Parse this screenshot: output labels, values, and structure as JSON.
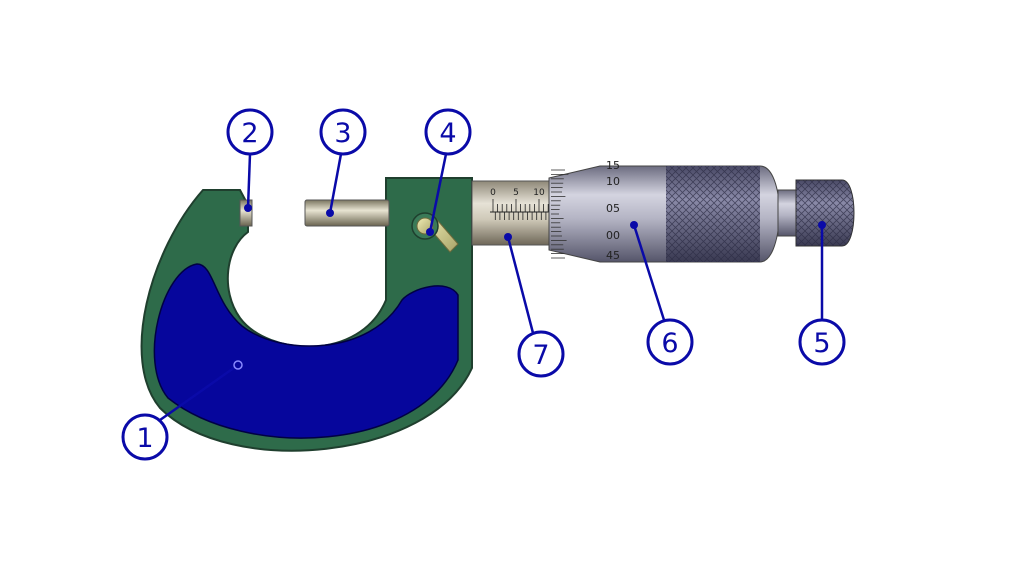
{
  "diagram": {
    "colors": {
      "frame": "#2e6b4a",
      "frame_insulation": "#06069c",
      "callout": "#0a0aa8",
      "background": "#ffffff"
    },
    "callouts": [
      {
        "number": "1",
        "part": "frame"
      },
      {
        "number": "2",
        "part": "anvil"
      },
      {
        "number": "3",
        "part": "spindle"
      },
      {
        "number": "4",
        "part": "lock-nut"
      },
      {
        "number": "5",
        "part": "ratchet-stop"
      },
      {
        "number": "6",
        "part": "thimble"
      },
      {
        "number": "7",
        "part": "sleeve"
      }
    ],
    "sleeve_scale": [
      "0",
      "5",
      "10"
    ],
    "thimble_scale": [
      "15",
      "10",
      "05",
      "00",
      "45"
    ]
  }
}
